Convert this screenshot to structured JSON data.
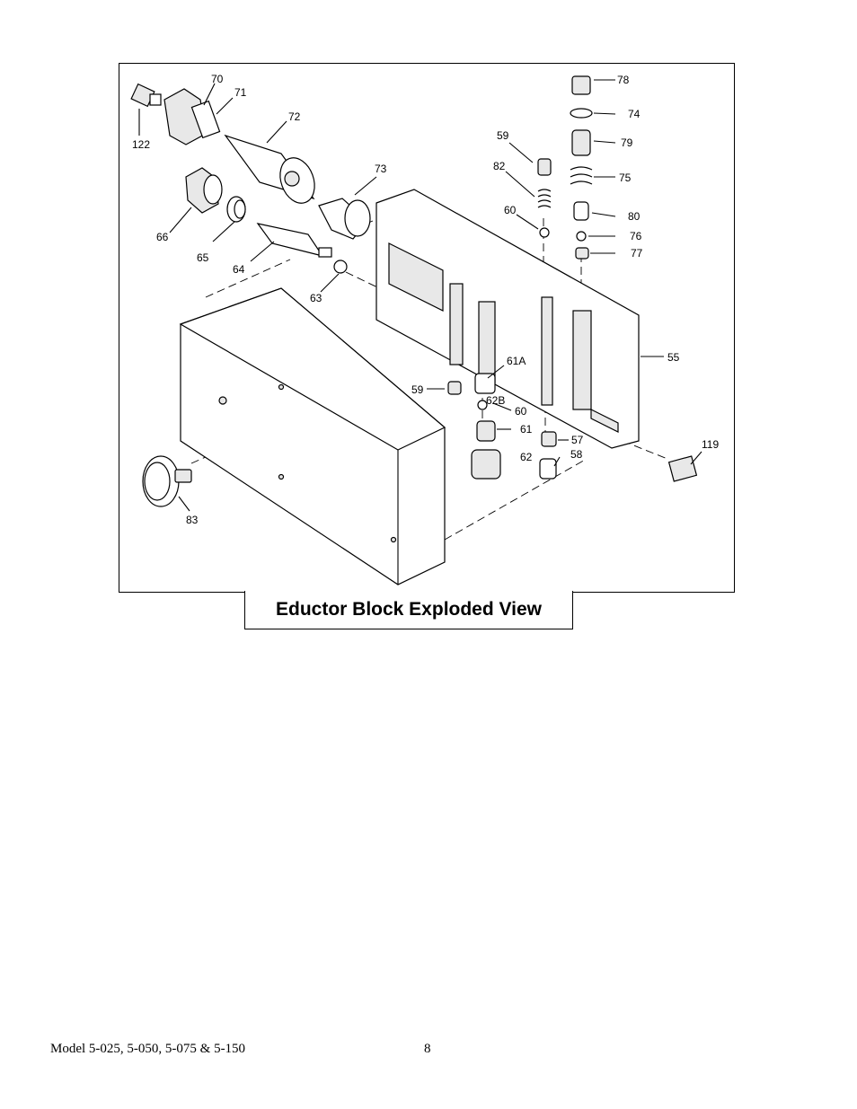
{
  "figure": {
    "callouts": [
      {
        "id": "c70",
        "text": "70"
      },
      {
        "id": "c71",
        "text": "71"
      },
      {
        "id": "c72",
        "text": "72"
      },
      {
        "id": "c122",
        "text": "122"
      },
      {
        "id": "c73",
        "text": "73"
      },
      {
        "id": "c66",
        "text": "66"
      },
      {
        "id": "c65",
        "text": "65"
      },
      {
        "id": "c64",
        "text": "64"
      },
      {
        "id": "c63",
        "text": "63"
      },
      {
        "id": "c59a",
        "text": "59"
      },
      {
        "id": "c82",
        "text": "82"
      },
      {
        "id": "c60a",
        "text": "60"
      },
      {
        "id": "c78",
        "text": "78"
      },
      {
        "id": "c74",
        "text": "74"
      },
      {
        "id": "c79",
        "text": "79"
      },
      {
        "id": "c75",
        "text": "75"
      },
      {
        "id": "c80",
        "text": "80"
      },
      {
        "id": "c76",
        "text": "76"
      },
      {
        "id": "c77",
        "text": "77"
      },
      {
        "id": "c55",
        "text": "55"
      },
      {
        "id": "c61A",
        "text": "61A"
      },
      {
        "id": "c59b",
        "text": "59"
      },
      {
        "id": "c62B",
        "text": "62B"
      },
      {
        "id": "c60b",
        "text": "60"
      },
      {
        "id": "c61",
        "text": "61"
      },
      {
        "id": "c57",
        "text": "57"
      },
      {
        "id": "c62",
        "text": "62"
      },
      {
        "id": "c58",
        "text": "58"
      },
      {
        "id": "c119",
        "text": "119"
      },
      {
        "id": "c83",
        "text": "83"
      }
    ]
  },
  "caption": "Eductor Block Exploded View",
  "footer": {
    "model": "Model 5-025, 5-050, 5-075 & 5-150",
    "page": "8"
  }
}
